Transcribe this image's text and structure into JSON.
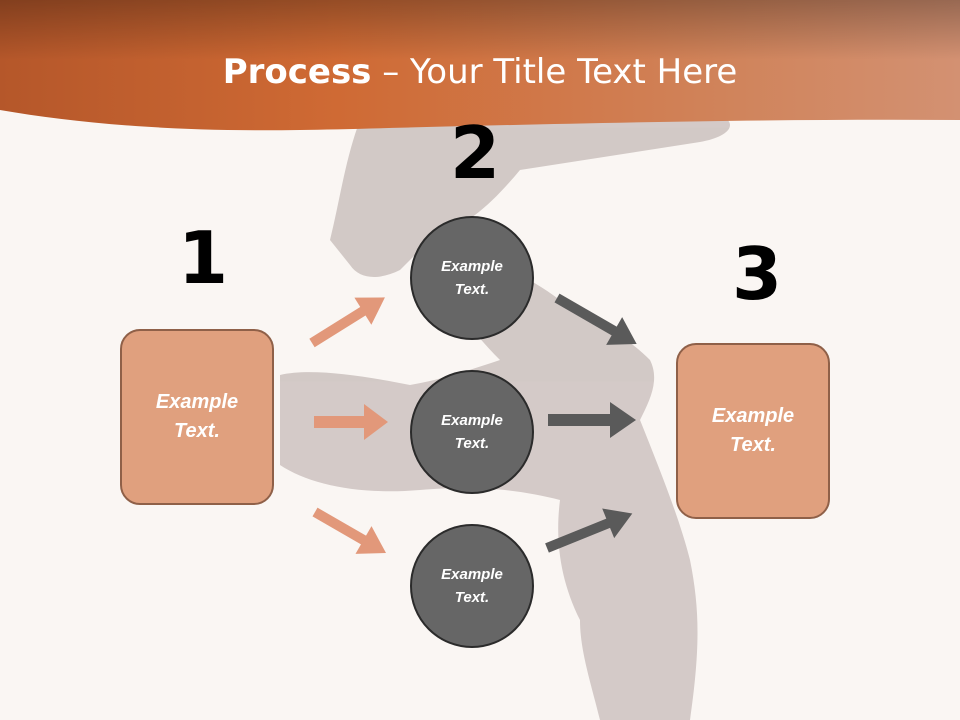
{
  "title": {
    "bold": "Process",
    "rest": " – Your Title Text Here"
  },
  "steps": [
    {
      "number": "1"
    },
    {
      "number": "2"
    },
    {
      "number": "3"
    }
  ],
  "box_left": {
    "text": "Example Text."
  },
  "circles": [
    {
      "text": "Example Text."
    },
    {
      "text": "Example Text."
    },
    {
      "text": "Example Text."
    }
  ],
  "box_right": {
    "text": "Example Text."
  },
  "colors": {
    "header": "#c96a37",
    "box": "#e0a07e",
    "circle": "#666666",
    "arrow_orange": "#e2987a",
    "arrow_gray": "#5a5a5a",
    "background": "#faf6f3"
  }
}
